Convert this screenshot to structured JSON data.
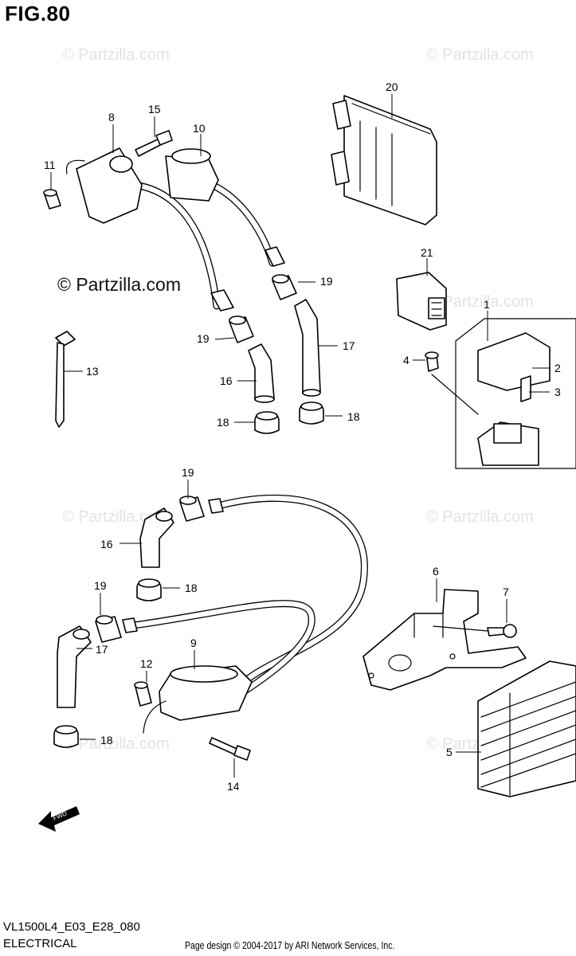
{
  "figure": {
    "title": "FIG.80",
    "model_code": "VL1500L4_E03_E28_080",
    "section": "ELECTRICAL",
    "credit": "Page design © 2004-2017 by ARI Network Services, Inc."
  },
  "watermark": {
    "main": "© Partzilla.com",
    "faint": "© Partzilla.com"
  },
  "direction_arrow": {
    "label": "FWD"
  },
  "callouts": {
    "c1": "1",
    "c2": "2",
    "c3": "3",
    "c4": "4",
    "c5": "5",
    "c6": "6",
    "c7": "7",
    "c8": "8",
    "c9": "9",
    "c10": "10",
    "c11": "11",
    "c12": "12",
    "c13": "13",
    "c14": "14",
    "c15": "15",
    "c16a": "16",
    "c16b": "16",
    "c17a": "17",
    "c17b": "17",
    "c18a": "18",
    "c18b": "18",
    "c18c": "18",
    "c18d": "18",
    "c19a": "19",
    "c19b": "19",
    "c19c": "19",
    "c19d": "19",
    "c20": "20",
    "c21": "21"
  }
}
